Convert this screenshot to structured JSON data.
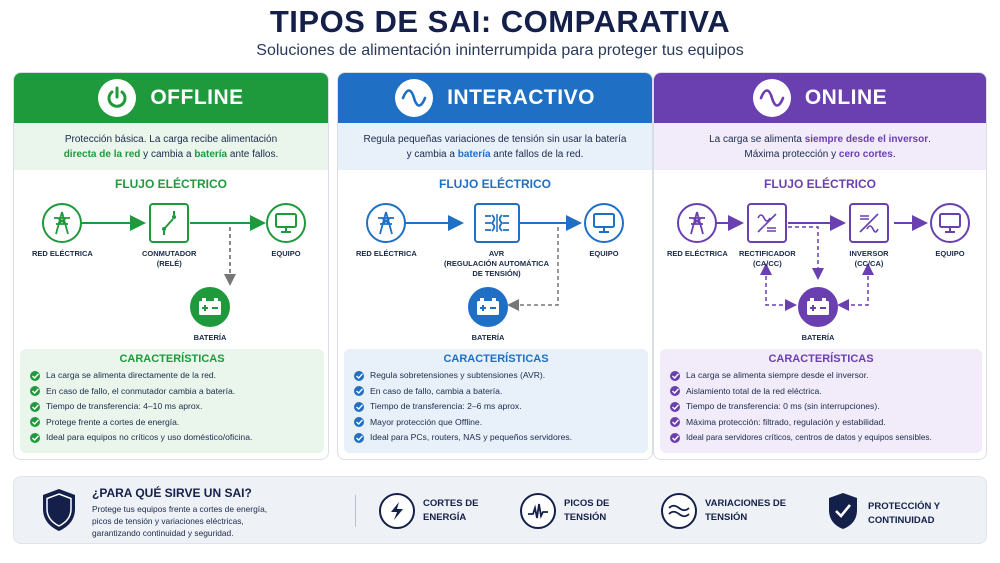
{
  "header": {
    "title": "TIPOS DE SAI: COMPARATIVA",
    "subtitle": "Soluciones de alimentación ininterrumpida para proteger tus equipos"
  },
  "colors": {
    "offline": "#1e9a3c",
    "interactivo": "#1f6fc4",
    "online": "#6a3fb0",
    "navy": "#14204a"
  },
  "cards": [
    {
      "title": "OFFLINE",
      "icon": "power-icon",
      "desc": {
        "line1": "Protección básica. La carga recibe alimentación",
        "hl1": "directa de la red",
        "mid": " y cambia a ",
        "hl2": "batería",
        "end": " ante fallos."
      },
      "flow_title": "FLUJO ELÉCTRICO",
      "nodes": {
        "grid": "RED ELÉCTRICA",
        "switch": "CONMUTADOR",
        "switch_sub": "(RELÉ)",
        "device": "EQUIPO",
        "battery": "BATERÍA"
      },
      "features_title": "CARACTERÍSTICAS",
      "features": [
        "La carga se alimenta directamente de la red.",
        "En caso de fallo, el conmutador cambia a batería.",
        "Tiempo de transferencia: 4–10 ms aprox.",
        "Protege frente a cortes de energía.",
        "Ideal para equipos no críticos y uso doméstico/oficina."
      ]
    },
    {
      "title": "INTERACTIVO",
      "icon": "sine-wave-icon",
      "desc": {
        "line1": "Regula pequeñas variaciones de tensión sin usar la batería",
        "pre": "y cambia a ",
        "hl": "batería",
        "end": " ante fallos de la red."
      },
      "flow_title": "FLUJO ELÉCTRICO",
      "nodes": {
        "grid": "RED ELÉCTRICA",
        "avr": "AVR",
        "avr_sub1": "(REGULACIÓN AUTOMÁTICA",
        "avr_sub2": "DE TENSIÓN)",
        "device": "EQUIPO",
        "battery": "BATERÍA"
      },
      "features_title": "CARACTERÍSTICAS",
      "features": [
        "Regula sobretensiones y subtensiones (AVR).",
        "En caso de fallo, cambia a batería.",
        "Tiempo de transferencia: 2–6 ms aprox.",
        "Mayor protección que Offline.",
        "Ideal para PCs, routers, NAS y pequeños servidores."
      ]
    },
    {
      "title": "ONLINE",
      "icon": "sine-wave-icon",
      "desc": {
        "pre": "La carga se alimenta ",
        "hl1": "siempre desde el inversor",
        "mid": ".",
        "line2pre": "Máxima protección y ",
        "hl2": "cero cortes",
        "end": "."
      },
      "flow_title": "FLUJO ELÉCTRICO",
      "nodes": {
        "grid": "RED ELÉCTRICA",
        "rect": "RECTIFICADOR",
        "rect_sub": "(CA/CC)",
        "inv": "INVERSOR",
        "inv_sub": "(CC/CA)",
        "device": "EQUIPO",
        "battery": "BATERÍA"
      },
      "features_title": "CARACTERÍSTICAS",
      "features": [
        "La carga se alimenta siempre desde el inversor.",
        "Aislamiento total de la red eléctrica.",
        "Tiempo de transferencia: 0 ms (sin interrupciones).",
        "Máxima protección: filtrado, regulación y estabilidad.",
        "Ideal para servidores críticos, centros de datos y equipos sensibles."
      ]
    }
  ],
  "bottom": {
    "question": "¿PARA QUÉ SIRVE UN SAI?",
    "answer1": "Protege tus equipos frente a cortes de energía,",
    "answer2": "picos de tensión y variaciones eléctricas,",
    "answer3": "garantizando continuidad y seguridad.",
    "items": [
      {
        "icon": "lightning-icon",
        "l1": "CORTES DE",
        "l2": "ENERGÍA"
      },
      {
        "icon": "spike-icon",
        "l1": "PICOS DE",
        "l2": "TENSIÓN"
      },
      {
        "icon": "waves-icon",
        "l1": "VARIACIONES DE",
        "l2": "TENSIÓN"
      },
      {
        "icon": "shield-check-icon",
        "l1": "PROTECCIÓN Y",
        "l2": "CONTINUIDAD"
      }
    ]
  }
}
